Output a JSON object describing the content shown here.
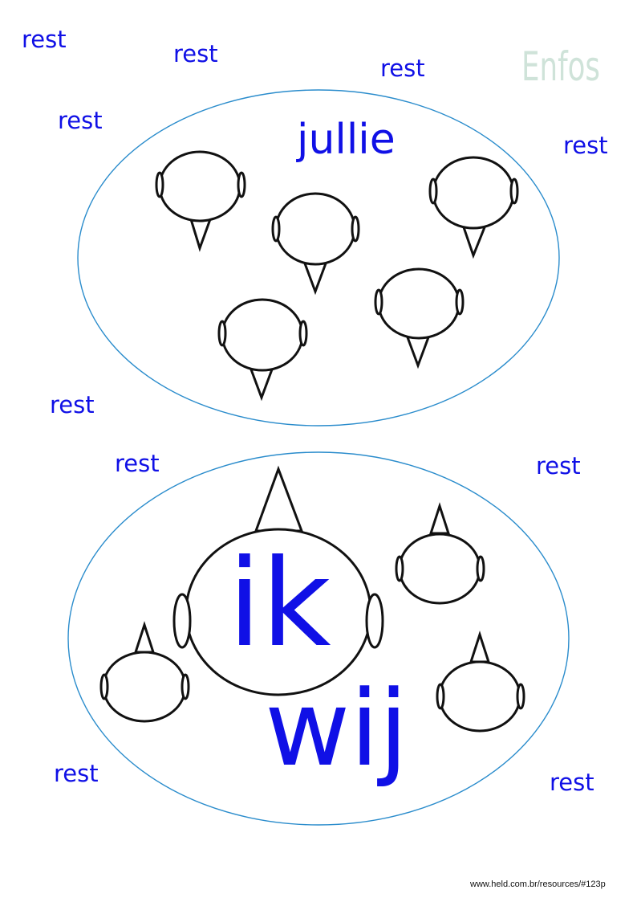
{
  "logo_text": "Enfos",
  "colors": {
    "text": "#1010e6",
    "ellipse": "#2a8ccc",
    "logo": "#cfe3d9",
    "figure": "#111111"
  },
  "top_group": {
    "label": "jullie",
    "member_count": 5
  },
  "bottom_group": {
    "label": "wij",
    "self_label": "ik",
    "member_count": 4
  },
  "rest_label": "rest",
  "footer_url": "www.held.com.br/resources/#123p"
}
